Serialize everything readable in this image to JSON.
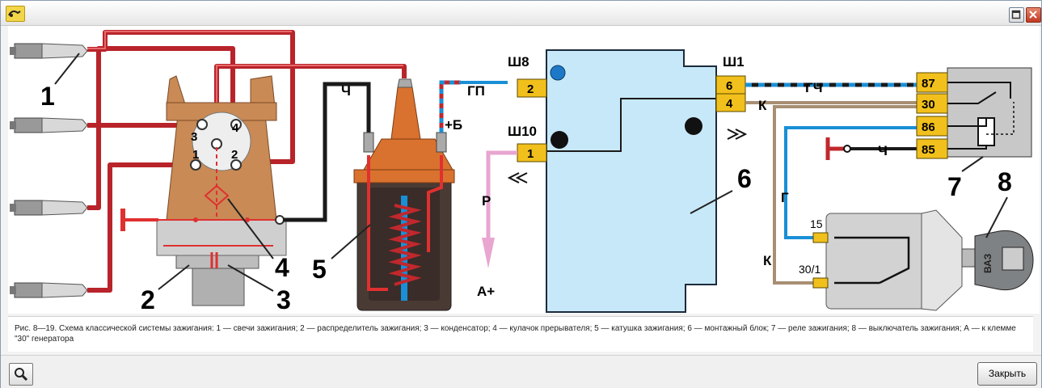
{
  "window": {
    "title": "",
    "close_button": "Закрыть",
    "caption": "Рис. 8—19. Схема классической системы зажигания: 1 — свечи зажигания; 2 — распределитель зажигания; 3 — конденсатор; 4 — кулачок прерывателя; 5 — катушка зажигания; 6 — монтажный блок; 7 — реле зажигания; 8 — выключатель зажигания; А — к клемме \"30\" генератора"
  },
  "icons": {
    "app": "app-icon",
    "maximize": "maximize-icon",
    "close": "close-icon",
    "zoom": "magnifier-icon"
  },
  "diagram": {
    "callouts": [
      "1",
      "2",
      "3",
      "4",
      "5",
      "6",
      "7",
      "8"
    ],
    "distributor_terminals": [
      "3",
      "4",
      "1",
      "2"
    ],
    "connectors": {
      "sh8": "Ш8",
      "sh10": "Ш10",
      "sh1": "Ш1",
      "sh8_pin": "2",
      "sh10_pin": "1",
      "sh1_pin6": "6",
      "sh1_pin4": "4"
    },
    "wire_labels": {
      "ch_coil": "Ч",
      "gp": "ГП",
      "plus_b": "+Б",
      "r": "Р",
      "a_plus": "А+",
      "gch": "ГЧ",
      "k_top": "К",
      "ch_relay": "Ч",
      "g": "Г",
      "k_bottom": "К"
    },
    "relay_pins": [
      "87",
      "30",
      "86",
      "85"
    ],
    "switch_pins": [
      "15",
      "30/1"
    ],
    "key_label": "ВАЗ",
    "colors": {
      "hv_wire": "#c0282d",
      "black_wire": "#1a1a1a",
      "blue_wire": "#1a8fd6",
      "brown_wire": "#a88f73",
      "pink_wire": "#e8a6d0",
      "block_fill": "#c7e8f8",
      "terminal_fill": "#f2c01c",
      "relay_fill": "#c8c8c8",
      "distributor": "#c98a55",
      "coil_cap": "#d9722f",
      "coil_body": "#4a3a34"
    }
  }
}
